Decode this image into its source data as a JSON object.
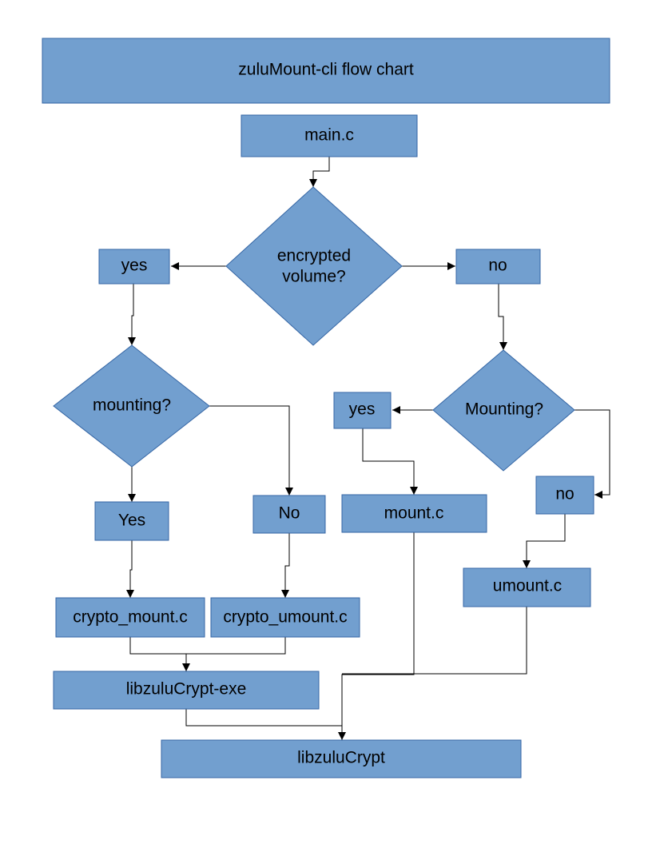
{
  "diagram": {
    "nodes": [
      {
        "id": "title",
        "shape": "rect",
        "lines": [
          "zuluMount-cli flow chart"
        ]
      },
      {
        "id": "main",
        "shape": "rect",
        "lines": [
          "main.c"
        ]
      },
      {
        "id": "encrypted",
        "shape": "diamond",
        "lines": [
          "encrypted",
          "volume?"
        ]
      },
      {
        "id": "enc_yes",
        "shape": "rect",
        "lines": [
          "yes"
        ]
      },
      {
        "id": "enc_no",
        "shape": "rect",
        "lines": [
          "no"
        ]
      },
      {
        "id": "mounting_enc",
        "shape": "diamond",
        "lines": [
          "mounting?"
        ]
      },
      {
        "id": "mounting_plain",
        "shape": "diamond",
        "lines": [
          "Mounting?"
        ]
      },
      {
        "id": "plain_yes",
        "shape": "rect",
        "lines": [
          "yes"
        ]
      },
      {
        "id": "enc_mount_yes",
        "shape": "rect",
        "lines": [
          "Yes"
        ]
      },
      {
        "id": "enc_mount_no",
        "shape": "rect",
        "lines": [
          "No"
        ]
      },
      {
        "id": "mount_c",
        "shape": "rect",
        "lines": [
          "mount.c"
        ]
      },
      {
        "id": "plain_no",
        "shape": "rect",
        "lines": [
          "no"
        ]
      },
      {
        "id": "umount_c",
        "shape": "rect",
        "lines": [
          "umount.c"
        ]
      },
      {
        "id": "crypto_mount",
        "shape": "rect",
        "lines": [
          "crypto_mount.c"
        ]
      },
      {
        "id": "crypto_umount",
        "shape": "rect",
        "lines": [
          "crypto_umount.c"
        ]
      },
      {
        "id": "libexe",
        "shape": "rect",
        "lines": [
          "libzuluCrypt-exe"
        ]
      },
      {
        "id": "lib",
        "shape": "rect",
        "lines": [
          "libzuluCrypt"
        ]
      }
    ],
    "edges": [
      {
        "from": "main",
        "to": "encrypted"
      },
      {
        "from": "encrypted",
        "to": "enc_yes"
      },
      {
        "from": "encrypted",
        "to": "enc_no"
      },
      {
        "from": "enc_yes",
        "to": "mounting_enc"
      },
      {
        "from": "enc_no",
        "to": "mounting_plain"
      },
      {
        "from": "mounting_enc",
        "to": "enc_mount_yes"
      },
      {
        "from": "mounting_enc",
        "to": "enc_mount_no"
      },
      {
        "from": "mounting_plain",
        "to": "plain_yes"
      },
      {
        "from": "mounting_plain",
        "to": "plain_no"
      },
      {
        "from": "plain_yes",
        "to": "mount_c"
      },
      {
        "from": "plain_no",
        "to": "umount_c"
      },
      {
        "from": "enc_mount_yes",
        "to": "crypto_mount"
      },
      {
        "from": "enc_mount_no",
        "to": "crypto_umount"
      },
      {
        "from": "crypto_mount",
        "to": "libexe"
      },
      {
        "from": "crypto_umount",
        "to": "libexe"
      },
      {
        "from": "mount_c",
        "to": "lib"
      },
      {
        "from": "umount_c",
        "to": "lib"
      },
      {
        "from": "libexe",
        "to": "lib"
      }
    ]
  }
}
